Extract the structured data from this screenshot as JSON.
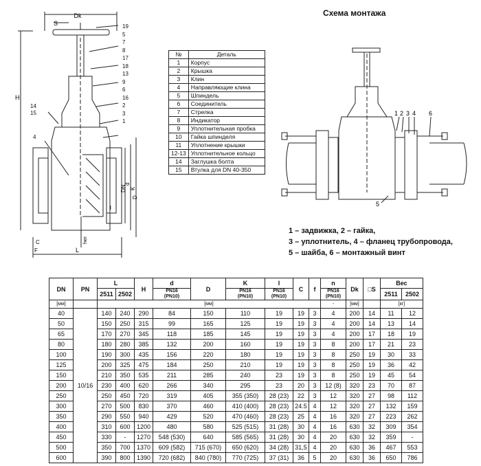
{
  "left_drawing": {
    "dim_labels": {
      "dk": "Dk",
      "s": "S",
      "h": "H",
      "l": "L",
      "c": "C",
      "f": "F",
      "dn": "DN",
      "d_small": "d",
      "k": "K",
      "d_big": "D",
      "hkp": "hкп",
      "l_small": "l"
    },
    "callouts": [
      "19",
      "5",
      "7",
      "8",
      "17",
      "18",
      "13",
      "9",
      "6",
      "16",
      "2",
      "3",
      "1"
    ],
    "callouts_left": [
      "14",
      "15",
      "4"
    ]
  },
  "right_drawing": {
    "title": "Схема монтажа",
    "callouts": [
      "1",
      "2",
      "3",
      "4",
      "6",
      "5"
    ]
  },
  "legend": [
    "1 – задвижка, 2 – гайка,",
    "3 – уплотнитель, 4 – фланец трубопровода,",
    "5 – шайба, 6 – монтажный винт"
  ],
  "parts_table": {
    "headers": [
      "№",
      "Деталь"
    ],
    "rows": [
      [
        "1",
        "Корпус"
      ],
      [
        "2",
        "Крышка"
      ],
      [
        "3",
        "Клин"
      ],
      [
        "4",
        "Направляющие клина"
      ],
      [
        "5",
        "Шпиндель"
      ],
      [
        "6",
        "Соединитель"
      ],
      [
        "7",
        "Стрелка"
      ],
      [
        "8",
        "Индикатор"
      ],
      [
        "9",
        "Уплотнительная пробка"
      ],
      [
        "10",
        "Гайка шпинделя"
      ],
      [
        "11",
        "Уплотнение крышки"
      ],
      [
        "12-13",
        "Уплотнительное кольцо"
      ],
      [
        "14",
        "Заглушка болта"
      ],
      [
        "15",
        "Втулка для DN 40-350"
      ]
    ]
  },
  "main_table": {
    "headers": {
      "dn": "DN",
      "pn": "PN",
      "l": "L",
      "l1": "2511",
      "l2": "2502",
      "h": "H",
      "d_small": "d",
      "d_sub": "PN16\n(PN10)",
      "d_big": "D",
      "k": "K",
      "k_sub": "PN16\n(PN10)",
      "l_small": "l",
      "l_sub": "PN16\n(PN10)",
      "c": "C",
      "f": "f",
      "n": "n",
      "n_sub": "PN16\n(PN10)",
      "dk": "Dk",
      "s": "□S",
      "w": "Вес",
      "w1": "2511",
      "w2": "2502"
    },
    "units": {
      "dn": "[мм]",
      "mm": "[мм]",
      "n": "-",
      "dk": "[мм]",
      "kg": "[кг]"
    },
    "pn_value": "10/16",
    "rows": [
      [
        "40",
        "140",
        "240",
        "290",
        "84",
        "150",
        "110",
        "19",
        "19",
        "3",
        "4",
        "200",
        "14",
        "11",
        "12"
      ],
      [
        "50",
        "150",
        "250",
        "315",
        "99",
        "165",
        "125",
        "19",
        "19",
        "3",
        "4",
        "200",
        "14",
        "13",
        "14"
      ],
      [
        "65",
        "170",
        "270",
        "345",
        "118",
        "185",
        "145",
        "19",
        "19",
        "3",
        "4",
        "200",
        "17",
        "18",
        "19"
      ],
      [
        "80",
        "180",
        "280",
        "385",
        "132",
        "200",
        "160",
        "19",
        "19",
        "3",
        "8",
        "200",
        "17",
        "21",
        "23"
      ],
      [
        "100",
        "190",
        "300",
        "435",
        "156",
        "220",
        "180",
        "19",
        "19",
        "3",
        "8",
        "250",
        "19",
        "30",
        "33"
      ],
      [
        "125",
        "200",
        "325",
        "475",
        "184",
        "250",
        "210",
        "19",
        "19",
        "3",
        "8",
        "250",
        "19",
        "36",
        "42"
      ],
      [
        "150",
        "210",
        "350",
        "535",
        "211",
        "285",
        "240",
        "23",
        "19",
        "3",
        "8",
        "250",
        "19",
        "45",
        "54"
      ],
      [
        "200",
        "230",
        "400",
        "620",
        "266",
        "340",
        "295",
        "23",
        "20",
        "3",
        "12 (8)",
        "320",
        "23",
        "70",
        "87"
      ],
      [
        "250",
        "250",
        "450",
        "720",
        "319",
        "405",
        "355 (350)",
        "28 (23)",
        "22",
        "3",
        "12",
        "320",
        "27",
        "98",
        "112"
      ],
      [
        "300",
        "270",
        "500",
        "830",
        "370",
        "460",
        "410 (400)",
        "28 (23)",
        "24.5",
        "4",
        "12",
        "320",
        "27",
        "132",
        "159"
      ],
      [
        "350",
        "290",
        "550",
        "940",
        "429",
        "520",
        "470 (460)",
        "28 (23)",
        "25",
        "4",
        "16",
        "320",
        "27",
        "223",
        "262"
      ],
      [
        "400",
        "310",
        "600",
        "1200",
        "480",
        "580",
        "525 (515)",
        "31 (28)",
        "30",
        "4",
        "16",
        "630",
        "32",
        "309",
        "354"
      ],
      [
        "450",
        "330",
        "-",
        "1270",
        "548 (530)",
        "640",
        "585 (565)",
        "31 (28)",
        "30",
        "4",
        "20",
        "630",
        "32",
        "359",
        "-"
      ],
      [
        "500",
        "350",
        "700",
        "1370",
        "609 (582)",
        "715 (670)",
        "650 (620)",
        "34 (28)",
        "31,5",
        "4",
        "20",
        "630",
        "36",
        "467",
        "553"
      ],
      [
        "600",
        "390",
        "800",
        "1390",
        "720 (682)",
        "840 (780)",
        "770 (725)",
        "37 (31)",
        "36",
        "5",
        "20",
        "630",
        "36",
        "650",
        "786"
      ]
    ]
  }
}
